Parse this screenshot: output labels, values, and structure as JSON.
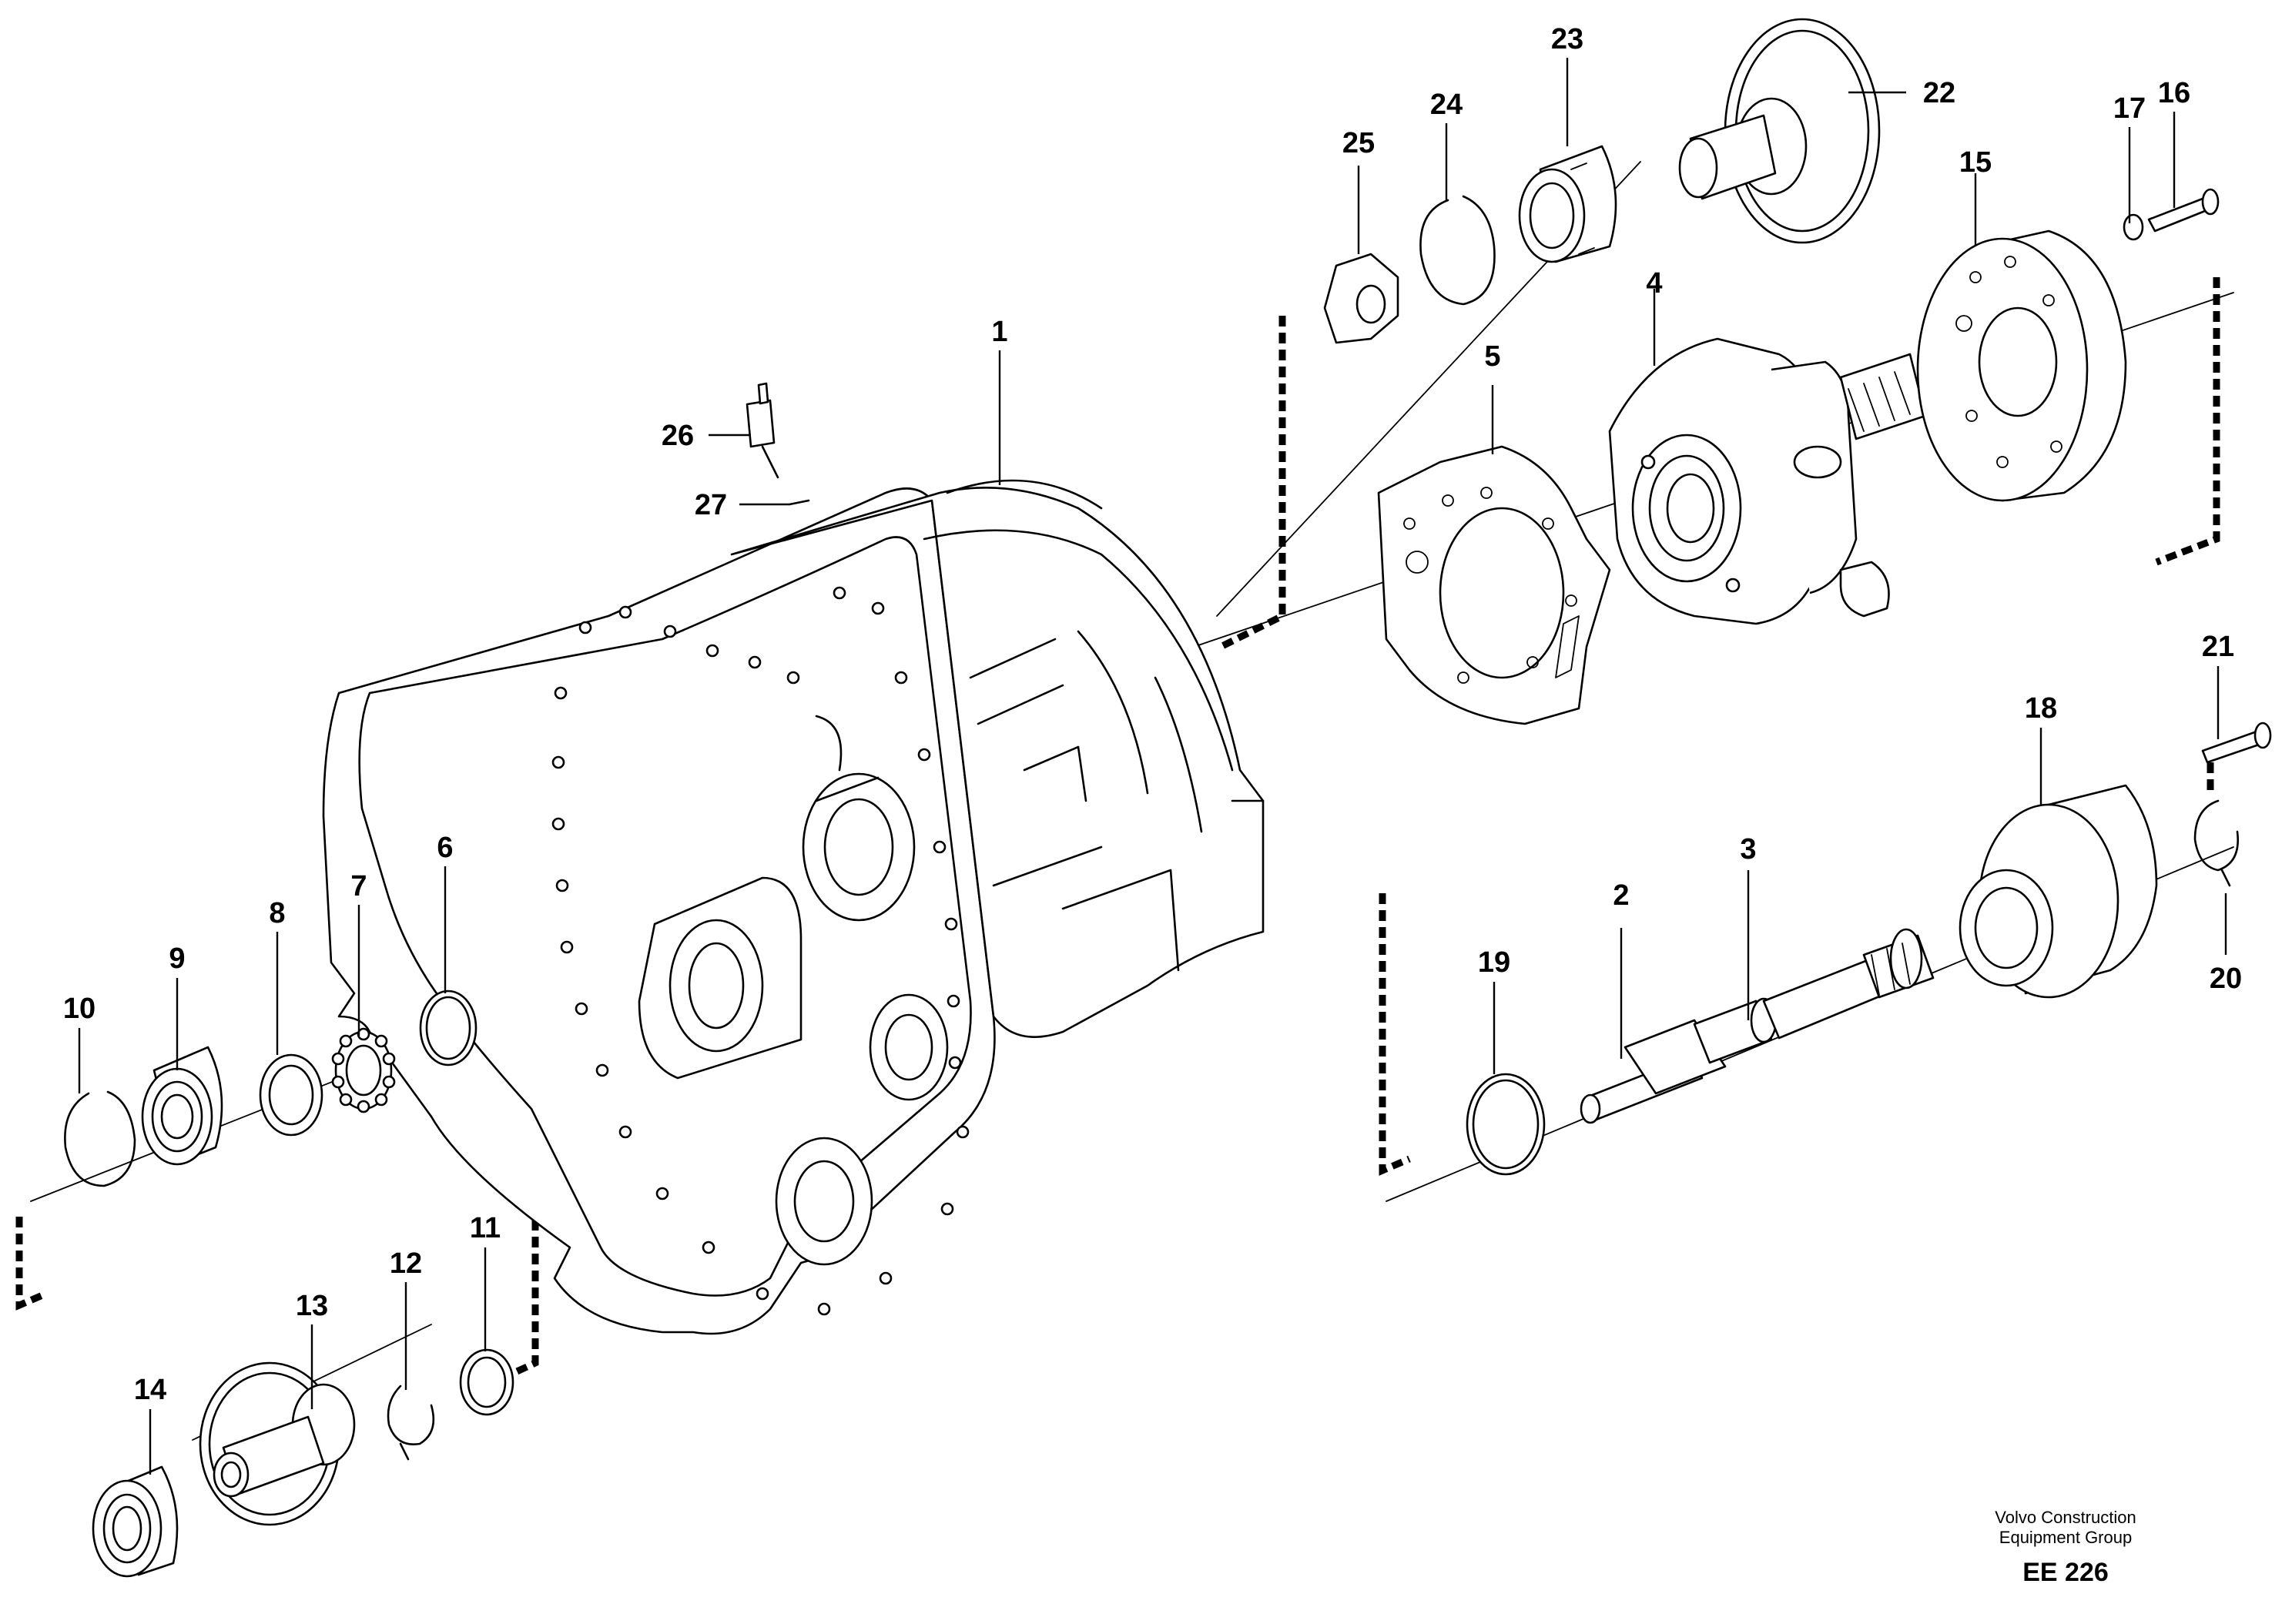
{
  "callouts": {
    "c1": "1",
    "c2": "2",
    "c3": "3",
    "c4": "4",
    "c5": "5",
    "c6": "6",
    "c7": "7",
    "c8": "8",
    "c9": "9",
    "c10": "10",
    "c11": "11",
    "c12": "12",
    "c13": "13",
    "c14": "14",
    "c15": "15",
    "c16": "16",
    "c17": "17",
    "c18": "18",
    "c19": "19",
    "c20": "20",
    "c21": "21",
    "c22": "22",
    "c23": "23",
    "c24": "24",
    "c25": "25",
    "c26": "26",
    "c27": "27"
  },
  "credit": {
    "line1": "Volvo Construction",
    "line2": "Equipment Group",
    "code": "EE 226"
  }
}
